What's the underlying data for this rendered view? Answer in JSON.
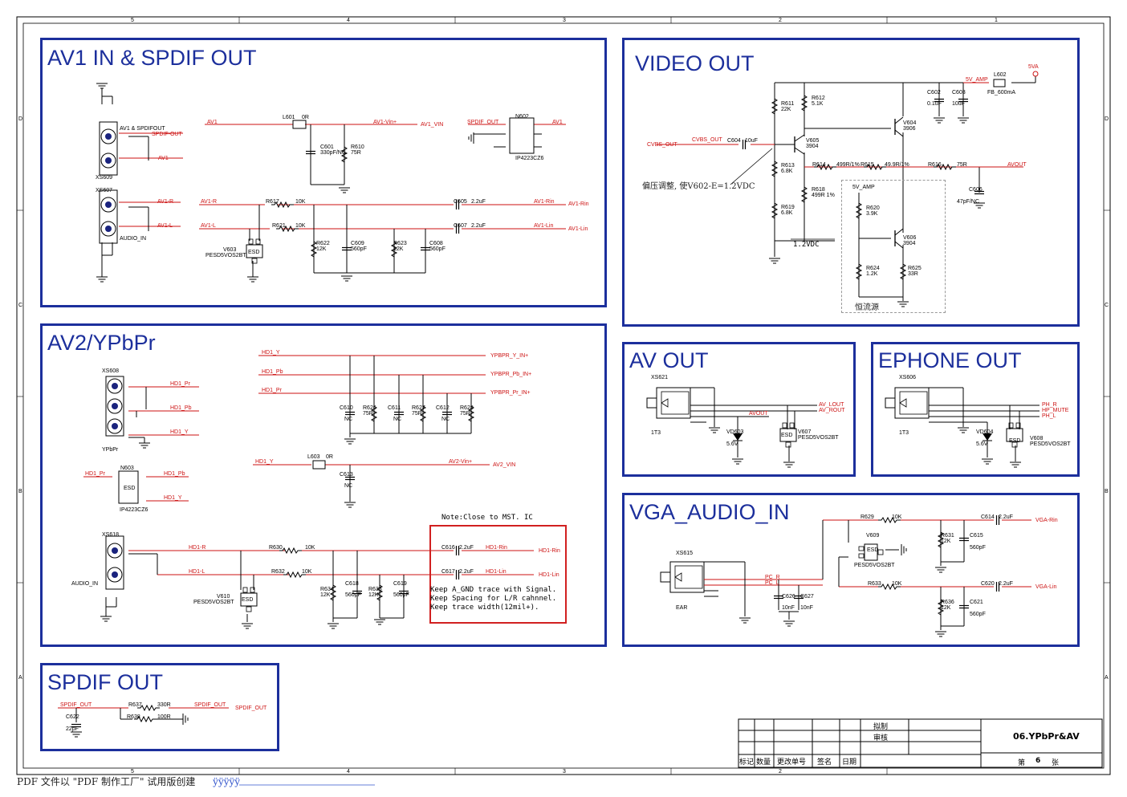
{
  "panels": {
    "av1": "AV1 IN & SPDIF OUT",
    "video_out": "VIDEO OUT",
    "av2": "AV2/YPbPr",
    "av_out": "AV OUT",
    "ephone": "EPHONE OUT",
    "vga": "VGA_AUDIO_IN",
    "spdif": "SPDIF OUT"
  },
  "av1": {
    "xs609": "XS609",
    "xs607": "XS607",
    "conn_label": "AV1 & SPDIFOUT",
    "spdif_out": "SPDIF-OUT",
    "av1": "AV1",
    "audio_in": "AUDIO_IN",
    "av1_r": "AV1-R",
    "av1_l": "AV1-L",
    "l601": "L601",
    "or": "0R",
    "c601": "C601",
    "c601v": "330pF/NC",
    "r610": "R610",
    "r610v": "75R",
    "av1_vin_net": "AV1-Vin+",
    "av1_vin": "AV1_VIN",
    "n602": "N602",
    "ip": "IP4223CZ6",
    "spdif_out_net": "SPDIF_OUT",
    "r617": "R617",
    "r621": "R621",
    "k10": "10K",
    "c605": "C605",
    "c607": "C607",
    "uf22": "2.2uF",
    "av1_rin_net": "AV1-Rin",
    "av1_rin": "AV1-Rin",
    "av1_lin_net": "AV1-Lin",
    "av1_lin": "AV1-Lin",
    "v603": "V603",
    "pesd": "PESD5VOS2BT",
    "esd": "ESD",
    "r622": "R622",
    "k12": "12K",
    "c609": "C609",
    "pf560": "560pF",
    "r623": "R623",
    "c608": "C608"
  },
  "video": {
    "r611": "R611",
    "r611v": "22K",
    "r612": "R612",
    "r612v": "5.1K",
    "r613": "R613",
    "r613v": "6.8K",
    "r619": "R619",
    "r619v": "6.8K",
    "r618": "R618",
    "r618v": "499R 1%",
    "c602": "C602",
    "c602v": "0.1uF",
    "c603": "C603",
    "c603v": "10uF",
    "l602": "L602",
    "l602v": "FB_600mA",
    "v5amp": "5V_AMP",
    "v5a": "5VA",
    "v604": "V604",
    "v3906": "3906",
    "v605": "V605",
    "v3904": "3904",
    "cvbs_out": "CVBS_OUT",
    "c604": "C604",
    "c604v": "10uF",
    "r614": "R614",
    "r614v": "499R/1%",
    "r615": "R615",
    "r615v": "49.9R/1%",
    "r616": "R616",
    "r616v": "75R",
    "avout": "AVOUT",
    "c606": "C606",
    "c606v": "47pF/NC",
    "bias_note": "偏压调整, 使V602-E=1.2VDC",
    "vdc": "1.2VDC",
    "r620": "R620",
    "r620v": "3.9K",
    "v606": "V606",
    "v606v": "3904",
    "r624": "R624",
    "r624v": "1.2K",
    "r625": "R625",
    "r625v": "33R",
    "v5amp2": "5V_AMP",
    "ccs": "恒流源"
  },
  "av2": {
    "hd1_y": "HD1_Y",
    "hd1_pb": "HD1_Pb",
    "hd1_pr": "HD1_Pr",
    "ypbpr_y": "YPBPR_Y_IN+",
    "ypbpr_pb": "YPBPR_Pb_IN+",
    "ypbpr_pr": "YPBPR_Pr_IN+",
    "xs608": "XS608",
    "ypbpr": "YPbPr",
    "c610": "C610",
    "c611": "C611",
    "c612": "C612",
    "nc": "NC",
    "r626": "R626",
    "r627": "R627",
    "r628": "R628",
    "r75": "75R",
    "n603": "N603",
    "ip": "IP4223CZ6",
    "l603": "L603",
    "or": "0R",
    "av2_vin_net": "AV2-Vin+",
    "av2_vin": "AV2_VIN",
    "c613": "C613",
    "xs618": "XS618",
    "audio_in": "AUDIO_IN",
    "hd1_r": "HD1-R",
    "hd1_l": "HD1-L",
    "r630": "R630",
    "r632": "R632",
    "k10": "10K",
    "c616": "C616",
    "c617": "C617",
    "uf22": "2.2uF",
    "hd1_rin_net": "HD1-Rin",
    "hd1_rin": "HD1-Rin",
    "hd1_lin_net": "HD1-Lin",
    "hd1_lin": "HD1-Lin",
    "v610": "V610",
    "pesd": "PESD5VOS2BT",
    "esd": "ESD",
    "r634": "R634",
    "k12": "12K",
    "c618": "C618",
    "pf560": "560pF",
    "r635": "R635",
    "c619": "C619",
    "note_title": "Note:Close to MST. IC",
    "note_body": "Keep A_GND trace with Signal.\nKeep Spacing for L/R cahnnel.\nKeep trace width(12mil+)."
  },
  "avout": {
    "xs621": "XS621",
    "t13": "1T3",
    "av_lout": "AV_LOUT",
    "av_rout": "AV_ROUT",
    "avout": "AVOUT",
    "vd603": "VD603",
    "v56": "5.6V",
    "v607": "V607",
    "pesd": "PESD5VOS2BT",
    "esd": "ESD"
  },
  "ephone": {
    "xs606": "XS606",
    "t13": "1T3",
    "ph_r": "PH_R",
    "hp_mute": "HP_MUTE",
    "ph_l": "PH_L",
    "vd604": "VD604",
    "v56": "5.6V",
    "v608": "V608",
    "pesd": "PESD5VOS2BT",
    "esd": "ESD"
  },
  "vga": {
    "r629": "R629",
    "r633": "R633",
    "k10": "10K",
    "c614": "C614",
    "c620": "C620",
    "uf22": "2.2uF",
    "vga_rin": "VGA-Rin",
    "vga_lin": "VGA-Lin",
    "v609": "V609",
    "pesd": "PESD5VOS2BT",
    "esd": "ESD",
    "r631": "R631",
    "r636": "R636",
    "k12": "12K",
    "c615": "C615",
    "c621": "C621",
    "pf560": "560pF",
    "xs615": "XS615",
    "ear": "EAR",
    "pc_r": "PC_R",
    "pc_l": "PC_L",
    "c626": "C626",
    "c627": "C627",
    "nf10": "10nF"
  },
  "spdif": {
    "spdif_out": "SPDIF_OUT",
    "r637": "R637",
    "r637v": "330R",
    "r638": "R638",
    "r638v": "100R",
    "spdif_out_net": "SPDIF_OUT",
    "spdif_port": "SPDIF_OUT",
    "c622": "C622",
    "c622v": "22pF"
  },
  "title_block": {
    "drawn": "拟制",
    "review": "审核",
    "drawing_no": "06.YPbPr&AV",
    "mark": "标记",
    "qty": "数量",
    "change_no": "更改单号",
    "sign": "签名",
    "date": "日期",
    "sheet_pre": "第",
    "sheet_num": "6",
    "sheet_post": "张"
  },
  "border": {
    "top": [
      "5",
      "4",
      "3",
      "2",
      "1"
    ],
    "side": [
      "D",
      "C",
      "B",
      "A"
    ]
  },
  "footer": {
    "text": "PDF 文件以 \"PDF 制作工厂\" 试用版创建",
    "link": "ÿÿÿÿÿ"
  }
}
